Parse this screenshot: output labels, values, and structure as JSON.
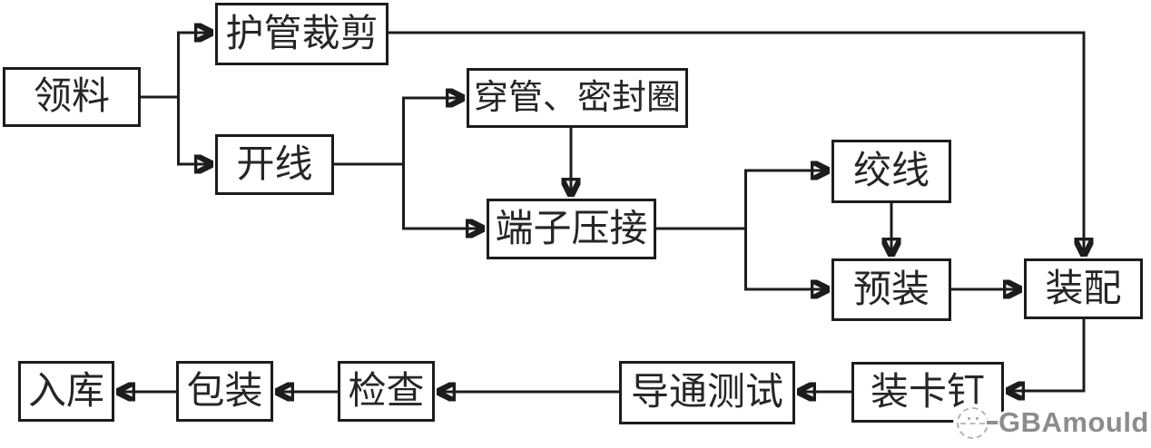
{
  "diagram": {
    "type": "flowchart",
    "background": "#ffffff",
    "line_color": "#1c1c1c",
    "text_color": "#262626",
    "nodes": {
      "lingliao": {
        "label": "领料"
      },
      "huguancaijian": {
        "label": "护管裁剪"
      },
      "kaixian": {
        "label": "开线"
      },
      "chuanguan": {
        "label": "穿管、密封圈"
      },
      "duanziyajie": {
        "label": "端子压接"
      },
      "jiaoxian": {
        "label": "绞线"
      },
      "yuzhuang": {
        "label": "预装"
      },
      "zhuangpei": {
        "label": "装配"
      },
      "zhuangkading": {
        "label": "装卡钉"
      },
      "daotongceshi": {
        "label": "导通测试"
      },
      "jiancha": {
        "label": "检查"
      },
      "baozhuang": {
        "label": "包装"
      },
      "ruku": {
        "label": "入库"
      }
    },
    "edges": [
      {
        "from": "领料",
        "to": "护管裁剪"
      },
      {
        "from": "领料",
        "to": "开线"
      },
      {
        "from": "开线",
        "to": "穿管、密封圈"
      },
      {
        "from": "开线",
        "to": "端子压接"
      },
      {
        "from": "穿管、密封圈",
        "to": "端子压接"
      },
      {
        "from": "端子压接",
        "to": "绞线"
      },
      {
        "from": "端子压接",
        "to": "预装"
      },
      {
        "from": "绞线",
        "to": "预装"
      },
      {
        "from": "预装",
        "to": "装配"
      },
      {
        "from": "护管裁剪",
        "to": "装配"
      },
      {
        "from": "装配",
        "to": "装卡钉"
      },
      {
        "from": "装卡钉",
        "to": "导通测试"
      },
      {
        "from": "导通测试",
        "to": "检查"
      },
      {
        "from": "检查",
        "to": "包装"
      },
      {
        "from": "包装",
        "to": "入库"
      }
    ],
    "watermark": {
      "text": "GBAmould",
      "color": "#8c8c8c",
      "logo": "dashed-circle-logo"
    }
  }
}
